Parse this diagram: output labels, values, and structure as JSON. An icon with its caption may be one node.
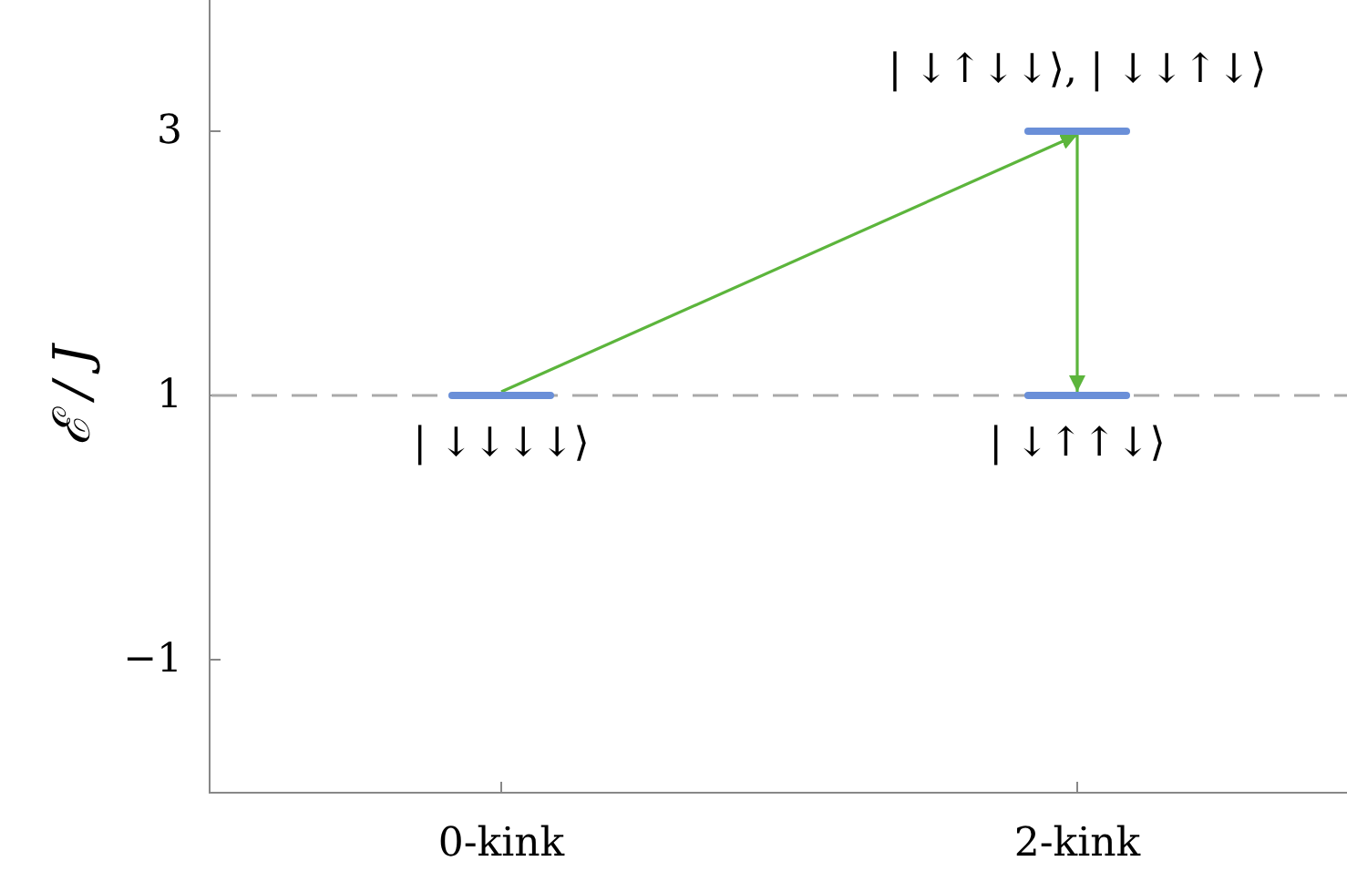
{
  "diagram": {
    "nodes": [
      {
        "text": [],
        "shape": "bar",
        "beside": [
          "| ↓↓↓↓⟩"
        ]
      },
      {
        "text": [],
        "shape": "bar",
        "beside": [
          "| ↓↑↓↓⟩,  | ↓↓↑↓⟩"
        ]
      },
      {
        "text": [],
        "shape": "bar",
        "beside": [
          "| ↓↑↑↓⟩"
        ]
      }
    ],
    "edges": [
      {
        "from": 0,
        "to": 1,
        "arrow": "to",
        "color": "#5cb53c"
      },
      {
        "from": 1,
        "to": 2,
        "arrow": "to",
        "color": "#5cb53c"
      }
    ],
    "labels": [
      "ℰ / J",
      "3",
      "1",
      "−1",
      "0-kink",
      "2-kink"
    ]
  }
}
